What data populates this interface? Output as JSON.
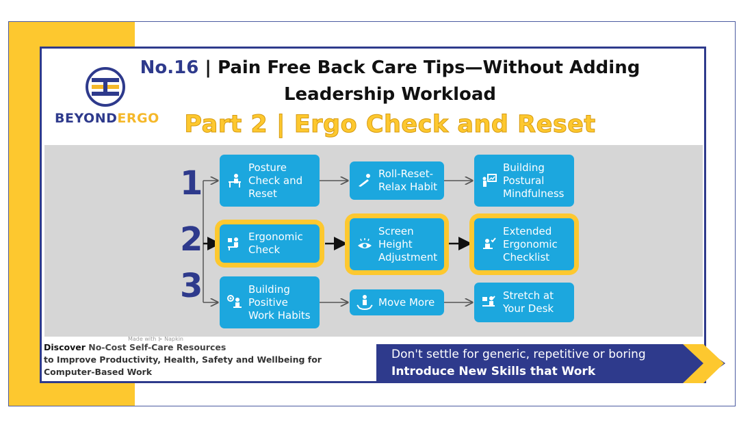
{
  "brand": {
    "name_part1": "BEYOND",
    "name_part2": "ERGO"
  },
  "title": {
    "number": "No.16",
    "rest": " | Pain Free Back Care Tips—Without Adding Leadership Workload"
  },
  "subtitle": "Part 2 | Ergo Check and Reset",
  "rows": [
    {
      "number": "1",
      "steps": [
        {
          "label": "Posture\nCheck and\nReset",
          "icon": "desk-posture-icon",
          "highlight": false
        },
        {
          "label": "Roll-Reset-\nRelax Habit",
          "icon": "stretch-figure-icon",
          "highlight": false
        },
        {
          "label": "Building\nPostural\nMindfulness",
          "icon": "presentation-icon",
          "highlight": false
        }
      ]
    },
    {
      "number": "2",
      "steps": [
        {
          "label": "Ergonomic\nCheck",
          "icon": "desk-worker-icon",
          "highlight": true
        },
        {
          "label": "Screen\nHeight\nAdjustment",
          "icon": "eye-icon",
          "highlight": true
        },
        {
          "label": "Extended\nErgonomic\nChecklist",
          "icon": "checklist-worker-icon",
          "highlight": true
        }
      ]
    },
    {
      "number": "3",
      "steps": [
        {
          "label": "Building\nPositive\nWork Habits",
          "icon": "habit-target-icon",
          "highlight": false
        },
        {
          "label": "Move More",
          "icon": "moving-person-icon",
          "highlight": false
        },
        {
          "label": "Stretch at\nYour Desk",
          "icon": "desk-stretch-icon",
          "highlight": false
        }
      ]
    }
  ],
  "made_with": "Made with ⊱ Napkin",
  "footer": {
    "discover": "Discover",
    "line1_rest": " No-Cost Self-Care Resources",
    "line2": "to Improve Productivity, Health, Safety and Wellbeing for",
    "line3": "Computer-Based Work"
  },
  "banner": {
    "line1": "Don't settle for generic, repetitive or boring",
    "line2": "Introduce New Skills that Work"
  },
  "colors": {
    "navy": "#2e3a8c",
    "yellow": "#fdc82f",
    "box_blue": "#1ca7de",
    "panel_gray": "#d6d6d6"
  }
}
